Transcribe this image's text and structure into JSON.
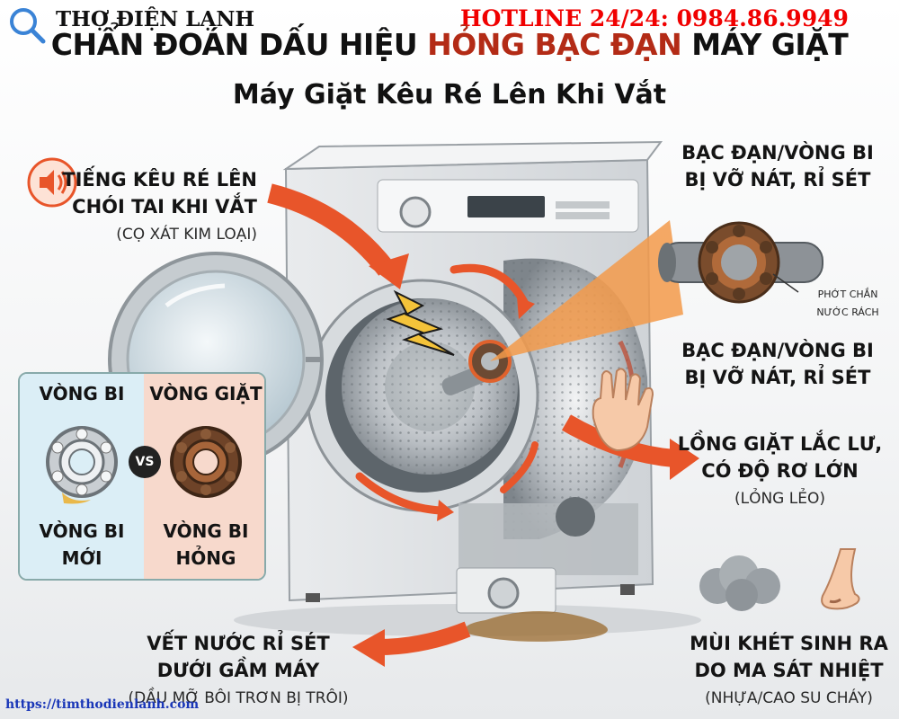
{
  "header": {
    "brand": "THỢ ĐIỆN LẠNH",
    "hotline": "HOTLINE 24/24: 0984.86.9949"
  },
  "title": {
    "part1": "CHẨN ĐOÁN DẤU HIỆU ",
    "part2": "HỎNG BẠC ĐẠN",
    "part3": " MÁY GIẶT"
  },
  "subtitle": "Máy Giặt Kêu Ré Lên Khi Vắt",
  "callouts": {
    "noise": {
      "line1": "TIẾNG KÊU RÉ LÊN",
      "line2": "CHÓI TAI KHI VẮT",
      "sub": "(CỌ XÁT KIM LOẠI)"
    },
    "bearing_top": {
      "line1": "BẠC ĐẠN/VÒNG BI",
      "line2": "BỊ VỠ NÁT, RỈ SÉT"
    },
    "seal": {
      "line1": "PHỚT CHẮN",
      "line2": "NƯỚC RÁCH"
    },
    "bearing_mid": {
      "line1": "BẠC ĐẠN/VÒNG BI",
      "line2": "BỊ VỠ NÁT, RỈ SÉT"
    },
    "drum": {
      "line1": "LỒNG GIẶT LẮC LƯ,",
      "line2": "CÓ ĐỘ RƠ LỚN",
      "sub": "(LỎNG LẺO)"
    },
    "rust": {
      "line1": "VẾT NƯỚC RỈ SÉT",
      "line2": "DƯỚI GẦM MÁY",
      "sub": "(DẦU MỠ BÔI TRƠN BỊ TRÔI)"
    },
    "smell": {
      "line1": "MÙI KHÉT SINH RA",
      "line2": "DO MA SÁT NHIỆT",
      "sub": "(NHỰA/CAO SU CHÁY)"
    }
  },
  "comparison": {
    "left_head": "VÒNG BI",
    "right_head": "VÒNG GIẶT",
    "vs": "VS",
    "left_foot1": "VÒNG BI",
    "left_foot2": "MỚI",
    "right_foot1": "VÒNG BI",
    "right_foot2": "HỎNG"
  },
  "footer": {
    "url": "https://timthodienlanh.com"
  },
  "colors": {
    "hotline": "#f00000",
    "title_accent": "#b32b16",
    "arrow": "#e8552a",
    "url": "#1a37b8"
  },
  "icons": [
    "magnifier-icon",
    "speaker-icon",
    "nose-icon",
    "smoke-icon",
    "hand-icon"
  ]
}
